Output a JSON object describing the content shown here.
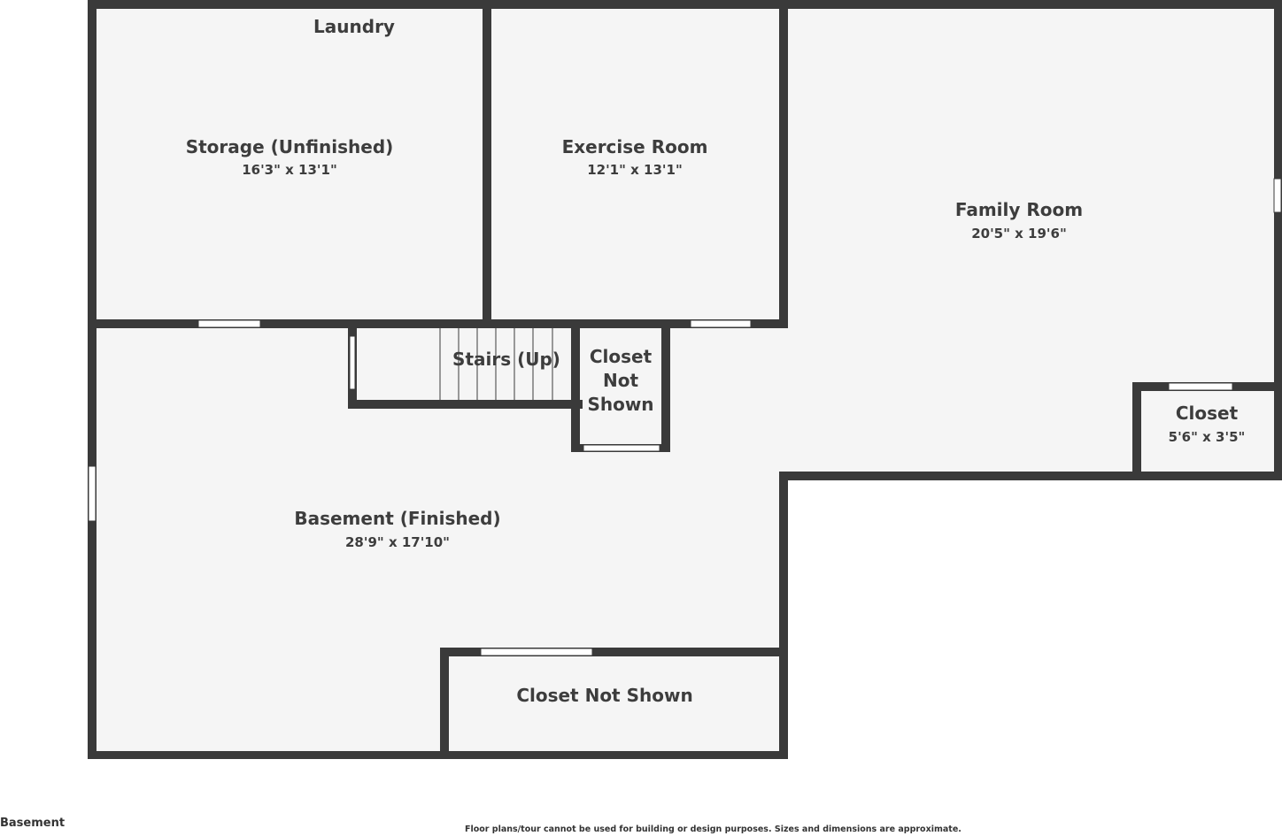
{
  "floor_label": "Basement",
  "disclaimer": "Floor plans/tour cannot be used for building or design purposes. Sizes and dimensions are approximate.",
  "colors": {
    "wall": "#3a3a3a",
    "floor": "#f5f5f5",
    "text": "#3d3d3d"
  },
  "rooms": {
    "laundry": {
      "name": "Laundry"
    },
    "storage": {
      "name": "Storage (Unfinished)",
      "dims": "16'3\" x 13'1\""
    },
    "exercise": {
      "name": "Exercise Room",
      "dims": "12'1\" x 13'1\""
    },
    "family": {
      "name": "Family Room",
      "dims": "20'5\" x 19'6\""
    },
    "stairs": {
      "name": "Stairs (Up)"
    },
    "closet_not_shown_small": {
      "line1": "Closet",
      "line2": "Not",
      "line3": "Shown"
    },
    "closet": {
      "name": "Closet",
      "dims": "5'6\" x 3'5\""
    },
    "basement": {
      "name": "Basement (Finished)",
      "dims": "28'9\" x 17'10\""
    },
    "closet_not_shown_bottom": {
      "name": "Closet Not Shown"
    }
  }
}
